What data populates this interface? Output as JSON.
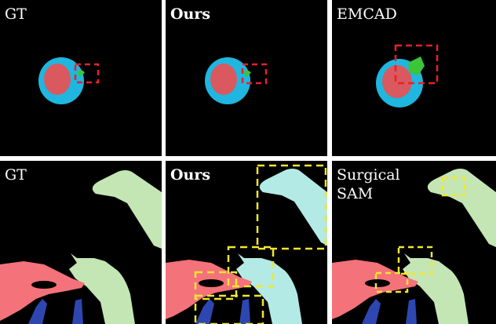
{
  "panels": [
    {
      "label": "GT",
      "bold": false
    },
    {
      "label": "Ours",
      "bold": true
    },
    {
      "label": "EMCAD",
      "bold": false
    },
    {
      "label": "GT",
      "bold": false
    },
    {
      "label": "Ours",
      "bold": true
    },
    {
      "label": "Surgical\nSAM",
      "bold": false
    }
  ],
  "colors": {
    "background": "#000000",
    "cyan": "#1FB6E0",
    "red": "#D9595F",
    "green": "#3CC43A",
    "salmon": "#F4727A",
    "light_green": "#C4E6B4",
    "light_cyan": "#B3EAE6",
    "blue": "#2E47B0",
    "red_box": "#E8202A",
    "yellow_box": "#F2E62E"
  }
}
